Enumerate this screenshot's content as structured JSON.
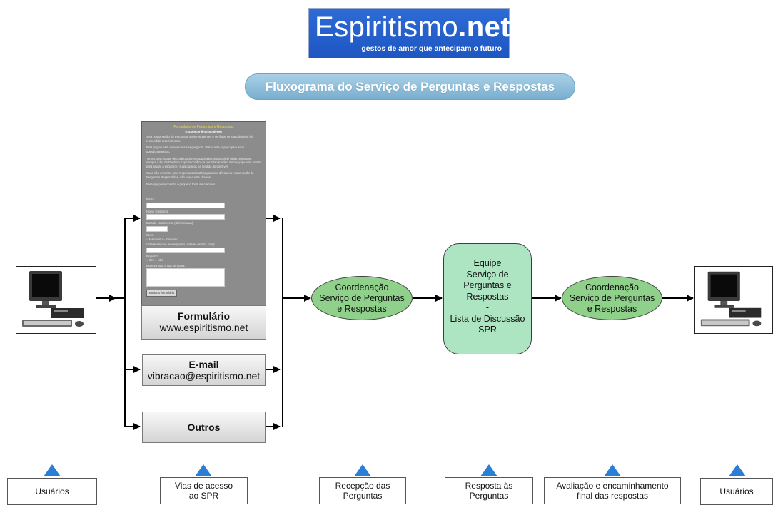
{
  "logo": {
    "brand_light": "Espiritismo",
    "brand_bold": ".net",
    "tagline": "gestos de amor que antecipam o futuro"
  },
  "title": "Fluxograma do Serviço de Perguntas e Respostas",
  "form_screenshot": {
    "title": "Formulário de Perguntas e Respostas",
    "subtitle": "Esclarecer é nosso dever!",
    "paragraphs": [
      "Veja nossa seção de Perguntas Mais Frequentes e verifique se sua dúvida já foi respondida anteriormente.",
      "Esta página está reservada à sua pergunta. Utilize este espaço para seus questionamentos.",
      "Temos uma equipe de colaboradores capacitados responsável pelas respostas, sempre à luz da Doutrina Espírita codificada por Allan Kardec. Esta equipe está pronta para ajudar a esclarecer suas dúvidas na medida do possível.",
      "Caso não encontre uma resposta satisfatória para sua dúvida na nossa seção de Perguntas Respondidas, não perca esta chance!",
      "Participe preenchendo o pequeno formulário abaixo."
    ],
    "fields": [
      "Email:",
      "Nome Completo:",
      "Data de Nascimento (dd/mm/aaaa):",
      "Sexo:",
      "Cidade em que reside (bairro, cidade, estado, país):",
      "Espírita?",
      "Escreva aqui a sua pergunta:"
    ],
    "sex_options": [
      "Masculino",
      "Feminino"
    ],
    "spirit_options": [
      "Sim",
      "Não"
    ],
    "submit": "Enviar o formulário"
  },
  "channels": {
    "form": {
      "title": "Formulário",
      "subtitle": "www.espiritismo.net"
    },
    "email": {
      "title": "E-mail",
      "subtitle": "vibracao@espiritismo.net"
    },
    "others": {
      "title": "Outros"
    }
  },
  "nodes": {
    "coord_in": [
      "Coordenação",
      "Serviço de Perguntas",
      "e Respostas"
    ],
    "team": [
      "Equipe",
      "Serviço de",
      "Perguntas e",
      "Respostas",
      "-",
      "Lista de Discussão",
      "SPR"
    ],
    "coord_out": [
      "Coordenação",
      "Serviço de Perguntas",
      "e Respostas"
    ]
  },
  "bottom_labels": [
    [
      "Usuários"
    ],
    [
      "Vias de acesso",
      "ao SPR"
    ],
    [
      "Recepção das",
      "Perguntas"
    ],
    [
      "Resposta às",
      "Perguntas"
    ],
    [
      "Avaliação e encaminhamento",
      "final das respostas"
    ],
    [
      "Usuários"
    ]
  ],
  "colors": {
    "logo_bg": "#1e56c2",
    "title_pill": "#8fbfdc",
    "oval_green": "#8fd18a",
    "team_green": "#ade4c2",
    "marker_blue": "#2a7fd4"
  }
}
